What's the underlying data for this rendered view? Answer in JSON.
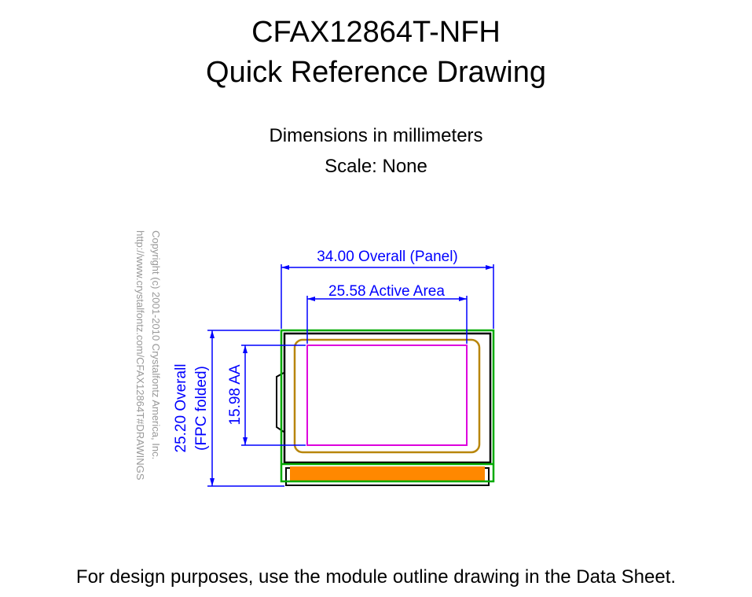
{
  "header": {
    "title_line1": "CFAX12864T-NFH",
    "title_line2": "Quick Reference Drawing",
    "units": "Dimensions in millimeters",
    "scale": "Scale: None"
  },
  "dimensions": {
    "overall_width": "34.00 Overall (Panel)",
    "active_width": "25.58 Active Area",
    "overall_height_line1": "25.20 Overall",
    "overall_height_line2": "(FPC folded)",
    "active_height": "15.98 AA"
  },
  "copyright": {
    "line1": "Copyright (c) 2001-2010 Crystalfontz America, Inc.",
    "line2": "http://www.crystalfontz.com/CFAX12864T#DRAWINGS"
  },
  "footer": {
    "note": "For design purposes, use the module outline drawing in the Data Sheet."
  },
  "colors": {
    "dimension": "#0000ff",
    "outline": "#000000",
    "panel": "#00aa00",
    "viewing_area": "#b8860b",
    "active_area": "#dd00dd",
    "fpc": "#ff8800",
    "copyright": "#999999"
  }
}
